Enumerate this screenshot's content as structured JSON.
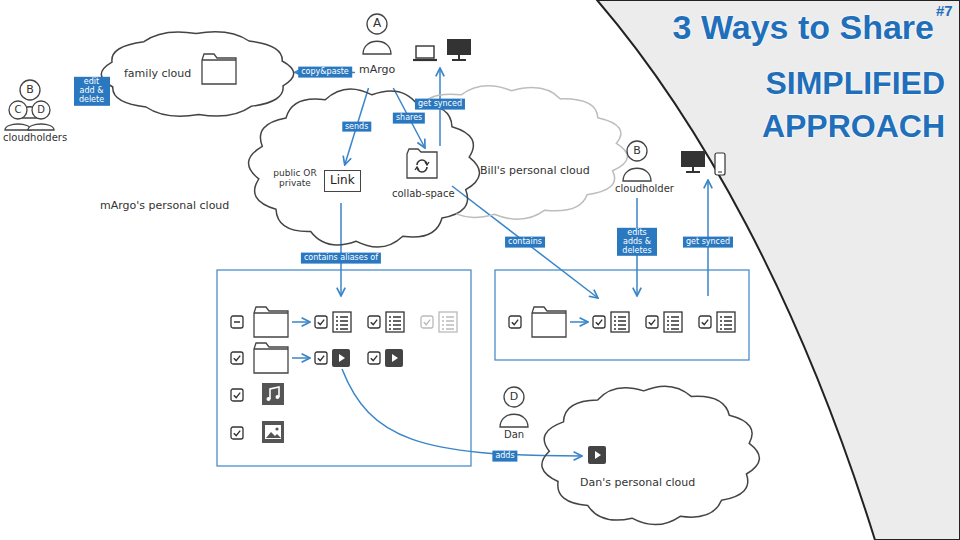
{
  "diagram": {
    "title": "3 Ways to Share",
    "nodes": [
      {
        "text": [
          "B",
          "C",
          "D",
          "cloudholders"
        ]
      },
      {
        "text": [
          "family cloud"
        ]
      },
      {
        "text": [
          "A",
          "mArgo"
        ]
      },
      {
        "text": [
          "mArgo's personal cloud"
        ]
      },
      {
        "text": [
          "public OR private",
          "Link"
        ],
        "in": 3
      },
      {
        "text": [
          "Bill's personal cloud"
        ]
      },
      {
        "text": [
          "collab-space"
        ],
        "in": 5
      },
      {
        "text": [
          "B",
          "cloudholder"
        ]
      },
      {
        "text": [
          "D",
          "Dan"
        ]
      },
      {
        "text": [
          "Dan's personal cloud"
        ]
      }
    ],
    "edges": [
      {
        "from": 0,
        "to": 1,
        "label": "edit add & delete",
        "arrow": "to"
      },
      {
        "from": 2,
        "to": 1,
        "label": "copy&paste",
        "arrow": "to"
      },
      {
        "from": 2,
        "to": 4,
        "label": "sends",
        "arrow": "to"
      },
      {
        "from": 2,
        "to": 6,
        "label": "shares",
        "arrow": "to"
      }
    ],
    "labels": [
      "#7",
      "SIMPLIFIED APPROACH",
      "get synced",
      "contains aliases of",
      "contains",
      "edits adds & deletes",
      "get synced",
      "adds"
    ]
  }
}
